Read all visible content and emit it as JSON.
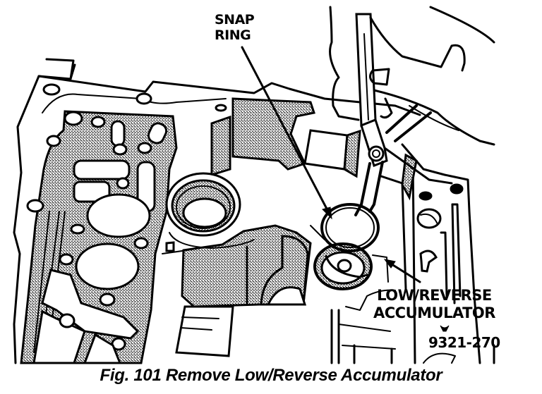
{
  "figure": {
    "subject": "Transmission valve body with snap ring pliers removing low/reverse accumulator",
    "colors": {
      "ink": "#000000",
      "paper": "#ffffff"
    },
    "callouts": {
      "snap_ring": {
        "line1": "SNAP",
        "line2": "RING"
      },
      "low_reverse_accumulator": {
        "line1": "LOW/REVERSE",
        "line2": "ACCUMULATOR"
      }
    },
    "figure_number": "9321-270",
    "caption": "Fig. 101 Remove Low/Reverse Accumulator"
  }
}
